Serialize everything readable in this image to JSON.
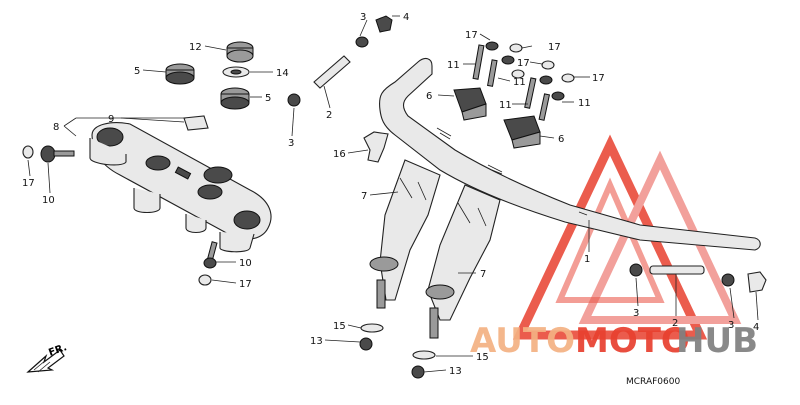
{
  "diagram": {
    "code": "MCRAF0600",
    "direction_label": "FR.",
    "watermark": {
      "part1": "AUTO",
      "part2": "MOTO",
      "part3": "HUB",
      "color1": "#f4b183",
      "color2": "#e8402f",
      "color3": "#7f7f7f"
    },
    "callouts": [
      {
        "id": "c1",
        "text": "3"
      },
      {
        "id": "c2",
        "text": "4"
      },
      {
        "id": "c3",
        "text": "12"
      },
      {
        "id": "c4",
        "text": "5"
      },
      {
        "id": "c5",
        "text": "14"
      },
      {
        "id": "c6",
        "text": "5"
      },
      {
        "id": "c7",
        "text": "2"
      },
      {
        "id": "c8",
        "text": "3"
      },
      {
        "id": "c9",
        "text": "9"
      },
      {
        "id": "c10",
        "text": "8"
      },
      {
        "id": "c11",
        "text": "17"
      },
      {
        "id": "c12",
        "text": "10"
      },
      {
        "id": "c13",
        "text": "10"
      },
      {
        "id": "c14",
        "text": "17"
      },
      {
        "id": "c15",
        "text": "16"
      },
      {
        "id": "c16",
        "text": "7"
      },
      {
        "id": "c17",
        "text": "7"
      },
      {
        "id": "c18",
        "text": "15"
      },
      {
        "id": "c19",
        "text": "13"
      },
      {
        "id": "c20",
        "text": "15"
      },
      {
        "id": "c21",
        "text": "13"
      },
      {
        "id": "c22",
        "text": "17"
      },
      {
        "id": "c23",
        "text": "17"
      },
      {
        "id": "c24",
        "text": "11"
      },
      {
        "id": "c25",
        "text": "17"
      },
      {
        "id": "c26",
        "text": "17"
      },
      {
        "id": "c27",
        "text": "11"
      },
      {
        "id": "c28",
        "text": "6"
      },
      {
        "id": "c29",
        "text": "11"
      },
      {
        "id": "c30",
        "text": "11"
      },
      {
        "id": "c31",
        "text": "6"
      },
      {
        "id": "c32",
        "text": "1"
      },
      {
        "id": "c33",
        "text": "3"
      },
      {
        "id": "c34",
        "text": "2"
      },
      {
        "id": "c35",
        "text": "3"
      },
      {
        "id": "c36",
        "text": "4"
      }
    ]
  }
}
